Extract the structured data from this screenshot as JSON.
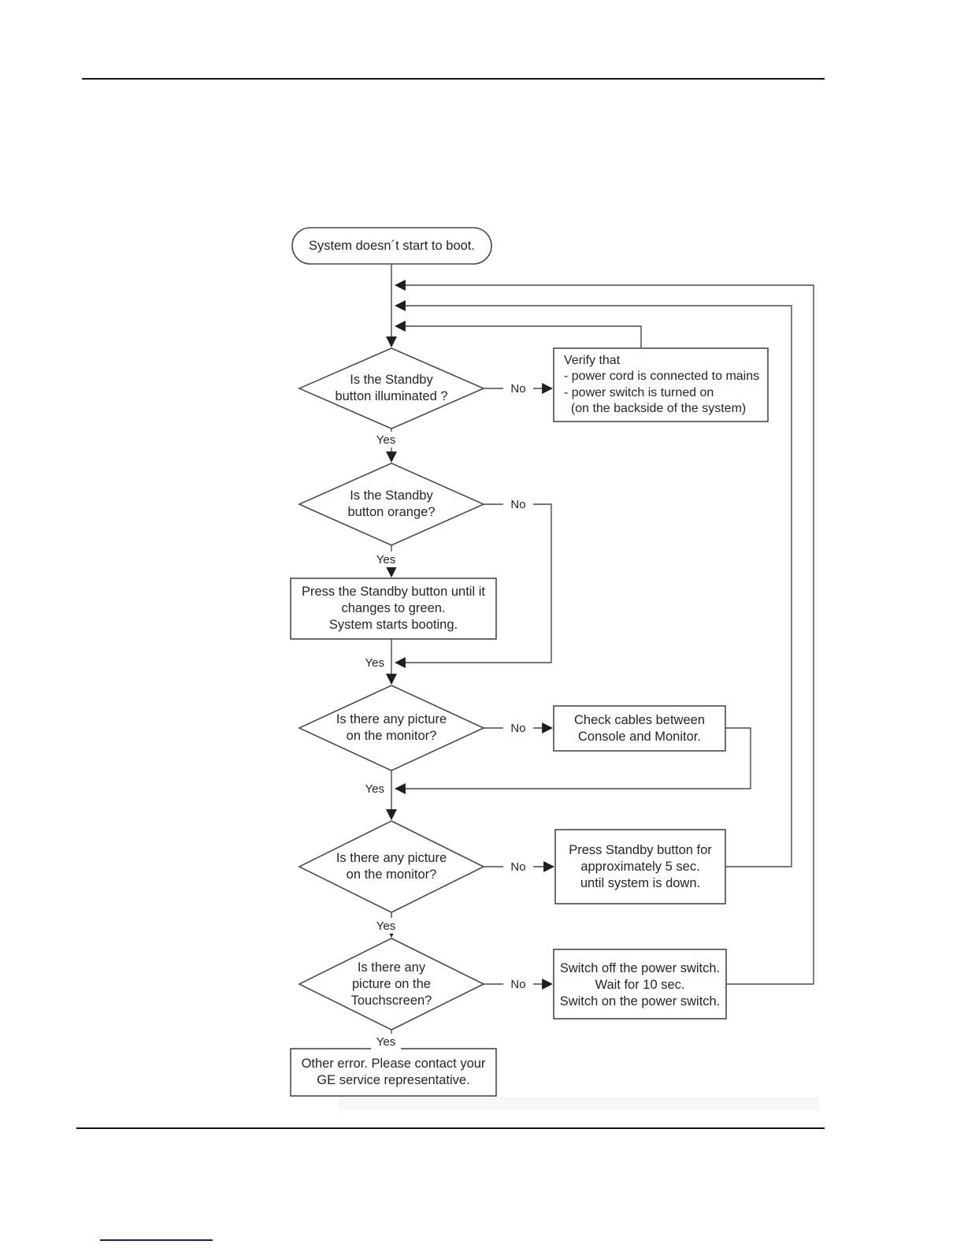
{
  "document": {
    "colors": {
      "line": "#4a4a4a",
      "arrow": "#1f1f1f",
      "text": "#262626",
      "rule": "#141414",
      "link_underline": "#1b1b9e"
    },
    "labels": {
      "yes": "Yes",
      "no": "No"
    },
    "flowchart": {
      "start": {
        "text": "System doesn´t start to boot."
      },
      "decision_standby_illuminated": {
        "text": "Is the Standby\nbutton illuminated ?"
      },
      "action_verify_power": {
        "text": "Verify that\n- power cord is connected to mains\n- power switch is turned on\n  (on the backside of the system)"
      },
      "decision_standby_orange": {
        "text": "Is the Standby\nbutton orange?"
      },
      "action_press_until_green": {
        "text": "Press the Standby button until it\nchanges to green.\nSystem starts booting."
      },
      "decision_picture_monitor_1": {
        "text": "Is there any picture\non the monitor?"
      },
      "action_check_cables": {
        "text": "Check cables between\nConsole and Monitor."
      },
      "decision_picture_monitor_2": {
        "text": "Is there any picture\non the monitor?"
      },
      "action_press_standby_5sec": {
        "text": "Press Standby button for\napproximately 5 sec.\nuntil system is down."
      },
      "decision_picture_touchscreen": {
        "text": "Is there any\npicture on the\nTouchscreen?"
      },
      "action_power_cycle": {
        "text": "Switch off the power switch.\nWait for 10 sec.\nSwitch on the power switch."
      },
      "action_contact_service": {
        "text": "Other error. Please contact your\nGE service representative."
      }
    }
  }
}
